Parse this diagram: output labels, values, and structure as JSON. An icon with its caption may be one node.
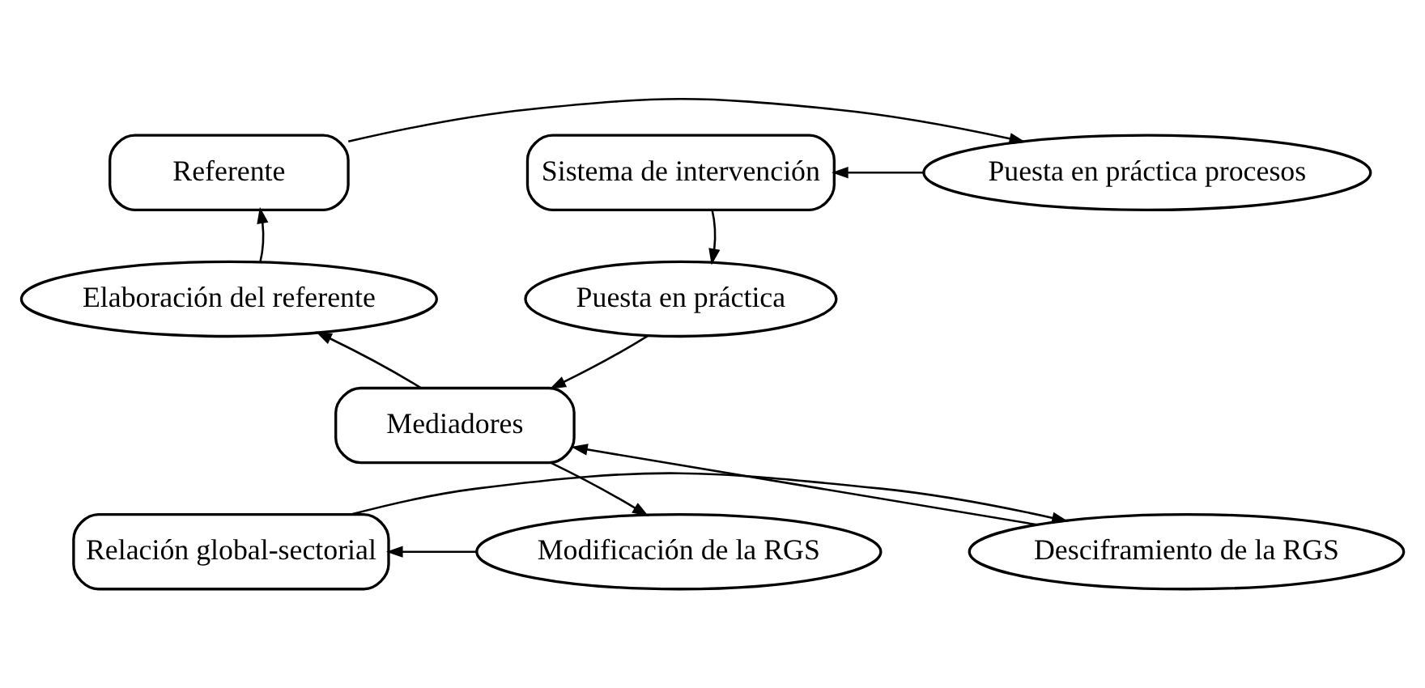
{
  "diagram": {
    "nodes": [
      {
        "text": [
          "Referente"
        ]
      },
      {
        "text": [
          "Puesta en práctica procesos"
        ]
      },
      {
        "text": [
          "Sistema de intervención"
        ]
      },
      {
        "text": [
          "Puesta en práctica"
        ]
      },
      {
        "text": [
          "Elaboración del referente"
        ]
      },
      {
        "text": [
          "Mediadores"
        ]
      },
      {
        "text": [
          "Desciframiento de la RGS"
        ]
      },
      {
        "text": [
          "Relación global-sectorial"
        ]
      },
      {
        "text": [
          "Modificación de la RGS"
        ]
      }
    ],
    "edges": [
      {
        "from": 0,
        "to": 1,
        "arrow": "to"
      },
      {
        "from": 1,
        "to": 2,
        "arrow": "to"
      },
      {
        "from": 2,
        "to": 3,
        "arrow": "to"
      },
      {
        "from": 3,
        "to": 5,
        "arrow": "to"
      },
      {
        "from": 5,
        "to": 4,
        "arrow": "to"
      },
      {
        "from": 4,
        "to": 0,
        "arrow": "to"
      },
      {
        "from": 6,
        "to": 5,
        "arrow": "to"
      },
      {
        "from": 5,
        "to": 8,
        "arrow": "to"
      },
      {
        "from": 8,
        "to": 7,
        "arrow": "to"
      },
      {
        "from": 7,
        "to": 6,
        "arrow": "to"
      }
    ]
  }
}
